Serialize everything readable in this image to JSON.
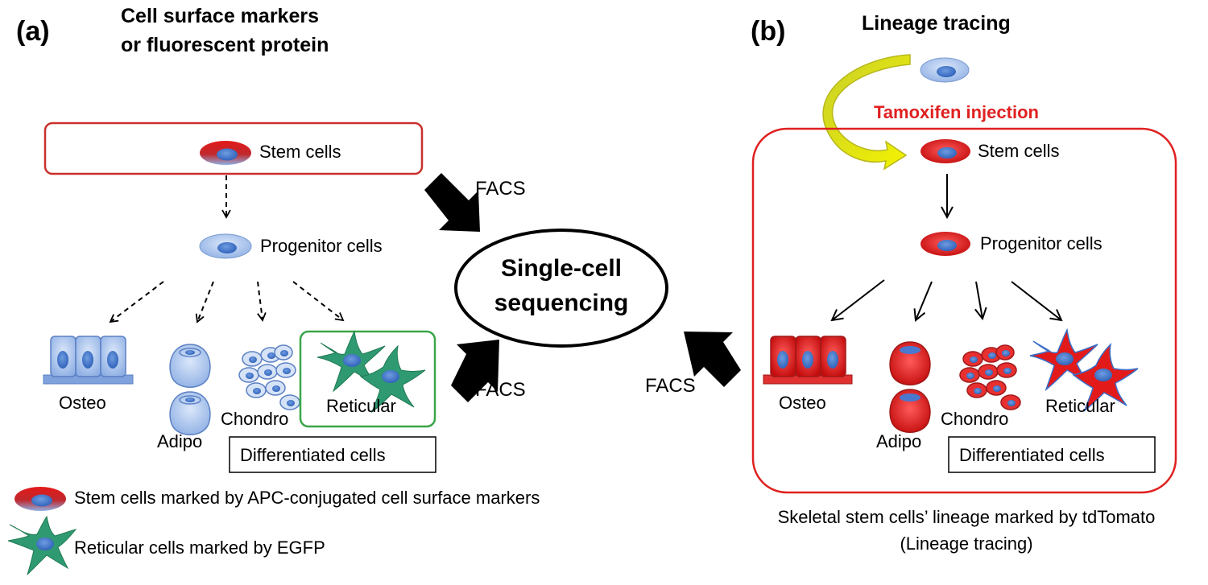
{
  "panel_a": {
    "label": "(a)",
    "title_line1": "Cell surface markers",
    "title_line2": "or fluorescent protein",
    "stem": "Stem cells",
    "progenitor": "Progenitor cells",
    "osteo": "Osteo",
    "adipo": "Adipo",
    "chondro": "Chondro",
    "reticular": "Reticular",
    "differentiated": "Differentiated cells",
    "legend_stem": "Stem cells marked by APC-conjugated cell surface markers",
    "legend_reticular": "Reticular cells marked by EGFP"
  },
  "center": {
    "line1": "Single-cell",
    "line2": "sequencing",
    "facs_top": "FACS",
    "facs_bottom_left": "FACS",
    "facs_bottom_right": "FACS"
  },
  "panel_b": {
    "label": "(b)",
    "title": "Lineage tracing",
    "tamoxifen": "Tamoxifen injection",
    "stem": "Stem cells",
    "progenitor": "Progenitor cells",
    "osteo": "Osteo",
    "adipo": "Adipo",
    "chondro": "Chondro",
    "reticular": "Reticular",
    "differentiated": "Differentiated cells",
    "caption_line1": "Skeletal stem cells’ lineage marked by tdTomato",
    "caption_line2": "(Lineage tracing)"
  },
  "colors": {
    "red_frame": "#c9302c",
    "tamoxifen_text": "#e02020",
    "green_frame": "#3aa64a",
    "cell_blue": "#a8c4ec",
    "nucleus_blue": "#3b6fc8",
    "cell_red": "#e31a1a",
    "egfp_green": "#2f9a72"
  }
}
